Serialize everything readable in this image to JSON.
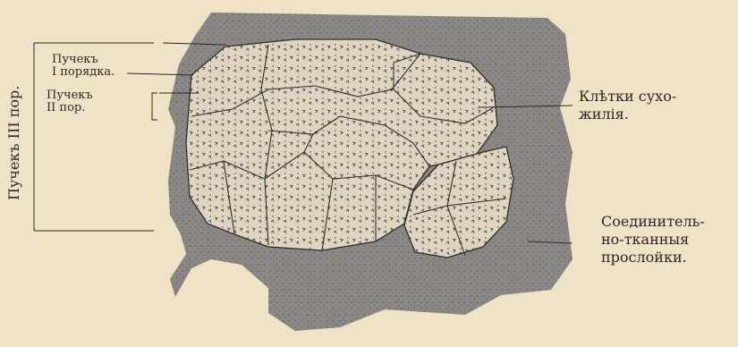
{
  "labels": {
    "bundle_third_order": "Пучекъ III пор.",
    "bundle_first": {
      "line1": "Пучекъ",
      "line2": "I порядка."
    },
    "bundle_second": {
      "line1": "Пучекъ",
      "line2": "II пор."
    },
    "tendon_cells": {
      "line1": "Клѣтки сухо-",
      "line2": "жилія."
    },
    "connective_layers": {
      "line1": "Соединитель-",
      "line2": "но-тканныя",
      "line3": "прослойки."
    }
  }
}
